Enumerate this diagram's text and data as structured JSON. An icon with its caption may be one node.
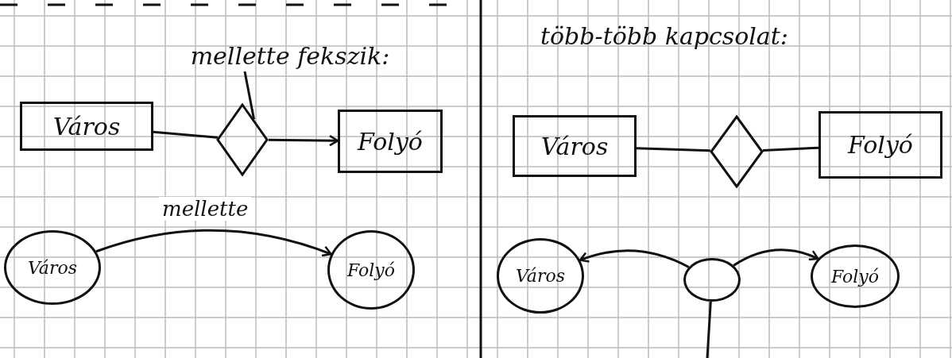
{
  "diagram": {
    "nodes": [
      {
        "text": [
          "mellette fekszik:"
        ]
      },
      {
        "text": [
          "Város"
        ]
      },
      {
        "text": [],
        "shape": "diamond"
      },
      {
        "text": [
          "Folyó"
        ]
      },
      {
        "text": [
          "Város"
        ]
      },
      {
        "text": [
          "Folyó"
        ]
      },
      {
        "text": [
          "Város"
        ]
      },
      {
        "text": [],
        "shape": "diamond"
      },
      {
        "text": [
          "Folyó"
        ]
      },
      {
        "text": [
          "Város"
        ]
      },
      {
        "text": [],
        "shape": "circle"
      },
      {
        "text": [
          "Folyó"
        ]
      }
    ],
    "edges": [
      {
        "from": 0,
        "to": 2,
        "arrow": "none"
      },
      {
        "from": 1,
        "to": 2,
        "arrow": "none"
      },
      {
        "from": 2,
        "to": 3,
        "arrow": "to"
      },
      {
        "from": 4,
        "to": 5,
        "arrow": "to",
        "label": "mellette"
      },
      {
        "from": 6,
        "to": 7,
        "arrow": "none"
      },
      {
        "from": 7,
        "to": 8,
        "arrow": "none"
      },
      {
        "from": 10,
        "to": 9,
        "arrow": "to"
      },
      {
        "from": 10,
        "to": 11,
        "arrow": "to"
      },
      {
        "from": 10,
        "to": null,
        "arrow": "none"
      }
    ],
    "labels": [
      "több-több kapcsolat:"
    ]
  }
}
